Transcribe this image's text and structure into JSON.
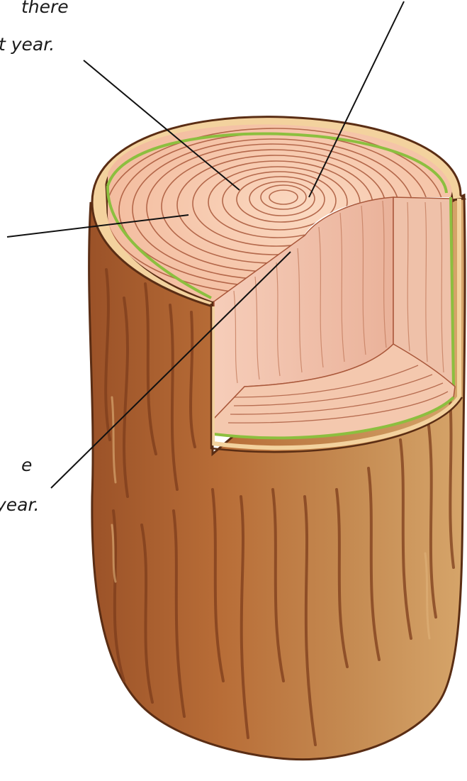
{
  "captions": {
    "top_left_line1": "there",
    "top_left_line2": "t year.",
    "bottom_left_line1": "e",
    "bottom_left_line2": "year."
  },
  "colors": {
    "bark_light": "#c88a4d",
    "bark_dark": "#8f4c25",
    "wood_face": "#f6c7a9",
    "ring_line": "#a9573a",
    "cambium": "#8cbf3f",
    "outline": "#5a2d14"
  }
}
